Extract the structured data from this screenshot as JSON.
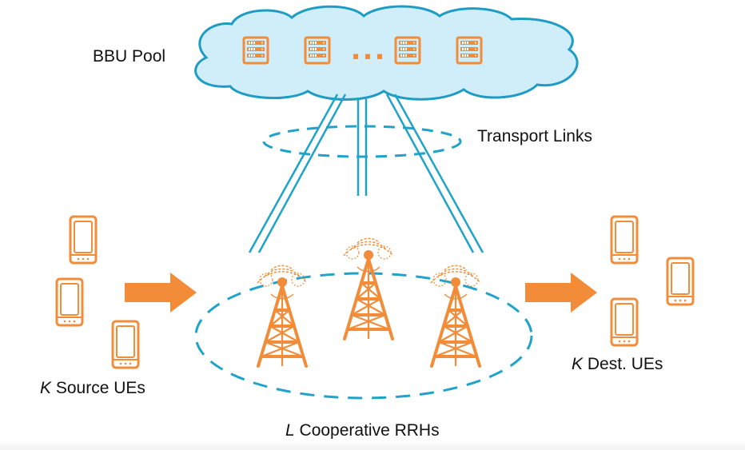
{
  "labels": {
    "bbu_pool": "BBU Pool",
    "transport_links": "Transport Links",
    "source_ues_var": "K",
    "source_ues_text": " Source UEs",
    "dest_ues_var": "K",
    "dest_ues_text": " Dest. UEs",
    "rrhs_var": "L",
    "rrhs_text": " Cooperative RRHs"
  },
  "bbu_ellipsis": "...",
  "colors": {
    "orange": "#f28c38",
    "teal": "#1fa3c8",
    "cloud_fill": "#cfeefa",
    "cloud_stroke": "#1f9cc4",
    "text": "#111111"
  },
  "icons": {
    "server": "server-rack-icon",
    "tower": "antenna-tower-icon",
    "phone": "mobile-phone-icon",
    "arrow": "arrow-right-icon"
  }
}
